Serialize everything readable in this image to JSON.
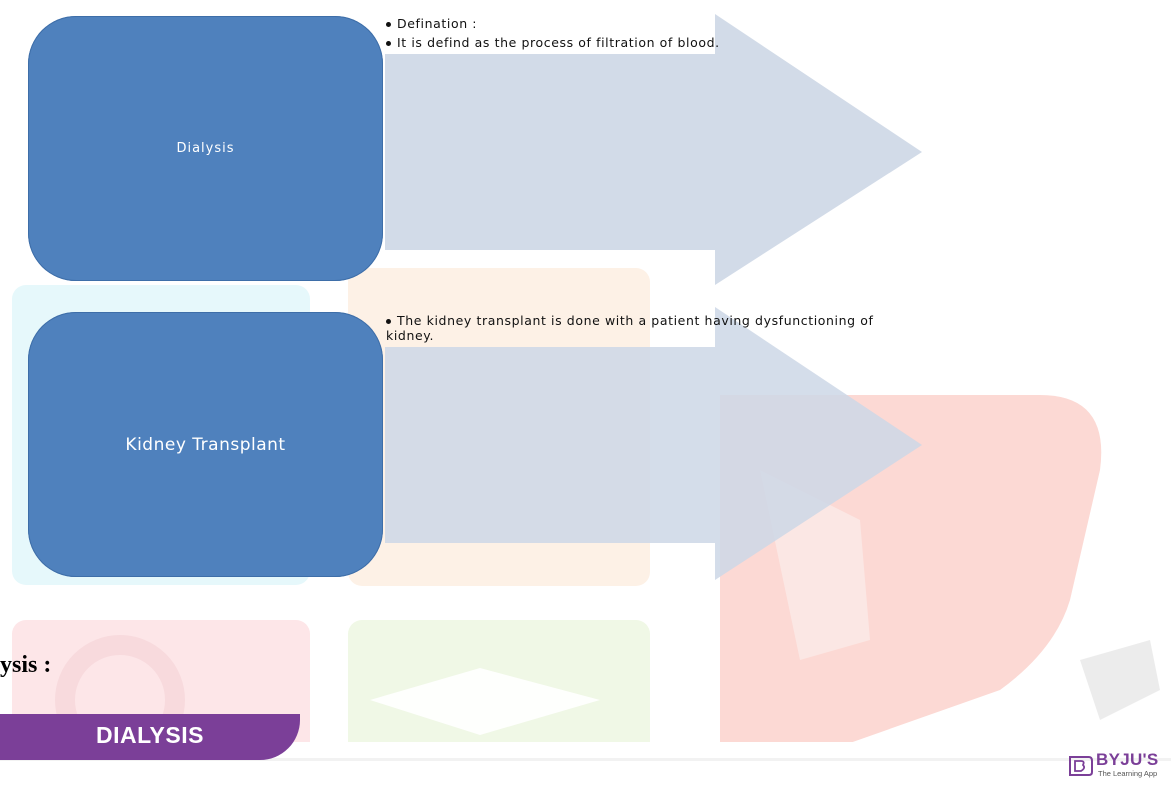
{
  "diagram": {
    "items": [
      {
        "label": "Dialysis",
        "bullets": [
          "Defination :",
          "It is defind as the process of filtration of blood."
        ]
      },
      {
        "label": "Kidney Transplant",
        "bullets": [
          "The kidney transplant is done with a patient having dysfunctioning of kidney."
        ]
      }
    ]
  },
  "heading_fragment": "ysis :",
  "footer": {
    "tab_label": "DIALYSIS",
    "logo_text": "BYJU'S",
    "logo_subtext": "The Learning App"
  },
  "colors": {
    "box_fill": "#4f81bd",
    "arrow_fill": "#cdd7e6",
    "footer_tab": "#7b3f98"
  }
}
